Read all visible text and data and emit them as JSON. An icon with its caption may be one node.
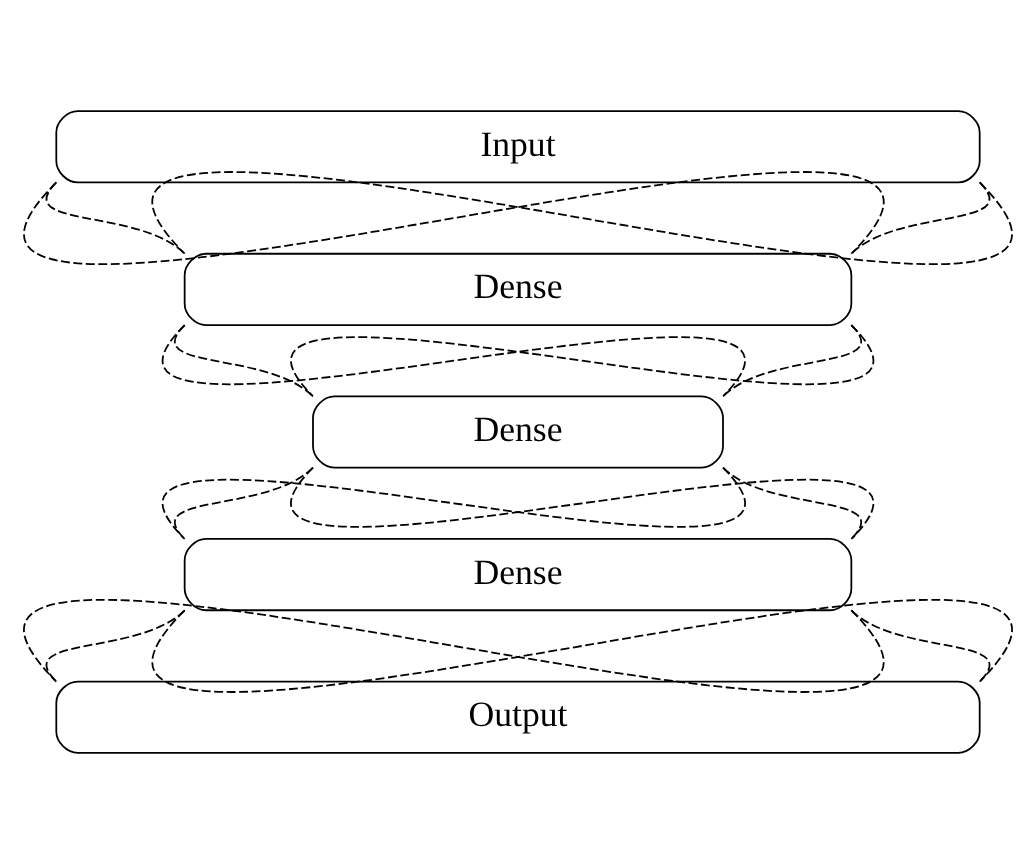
{
  "diagram": {
    "nodes": [
      {
        "text": [
          "Input"
        ]
      },
      {
        "text": [
          "Dense"
        ]
      },
      {
        "text": [
          "Dense"
        ]
      },
      {
        "text": [
          "Dense"
        ]
      },
      {
        "text": [
          "Output"
        ]
      }
    ],
    "edges": [
      {
        "from": 0,
        "to": 1,
        "arrow": "none",
        "style": "dashed"
      },
      {
        "from": 0,
        "to": 1,
        "arrow": "none",
        "style": "dashed"
      },
      {
        "from": 0,
        "to": 1,
        "arrow": "none",
        "style": "dashed"
      },
      {
        "from": 0,
        "to": 1,
        "arrow": "none",
        "style": "dashed"
      },
      {
        "from": 1,
        "to": 2,
        "arrow": "none",
        "style": "dashed"
      },
      {
        "from": 1,
        "to": 2,
        "arrow": "none",
        "style": "dashed"
      },
      {
        "from": 1,
        "to": 2,
        "arrow": "none",
        "style": "dashed"
      },
      {
        "from": 1,
        "to": 2,
        "arrow": "none",
        "style": "dashed"
      },
      {
        "from": 2,
        "to": 3,
        "arrow": "none",
        "style": "dashed"
      },
      {
        "from": 2,
        "to": 3,
        "arrow": "none",
        "style": "dashed"
      },
      {
        "from": 2,
        "to": 3,
        "arrow": "none",
        "style": "dashed"
      },
      {
        "from": 2,
        "to": 3,
        "arrow": "none",
        "style": "dashed"
      },
      {
        "from": 3,
        "to": 4,
        "arrow": "none",
        "style": "dashed"
      },
      {
        "from": 3,
        "to": 4,
        "arrow": "none",
        "style": "dashed"
      },
      {
        "from": 3,
        "to": 4,
        "arrow": "none",
        "style": "dashed"
      },
      {
        "from": 3,
        "to": 4,
        "arrow": "none",
        "style": "dashed"
      }
    ]
  }
}
